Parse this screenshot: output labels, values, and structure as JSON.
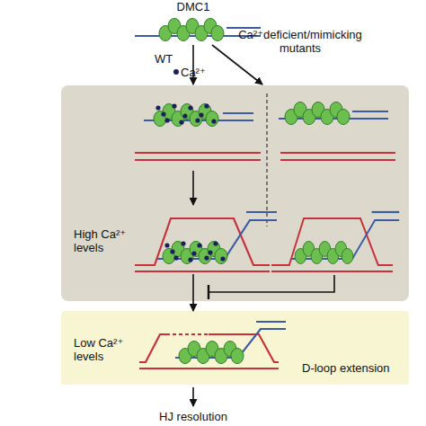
{
  "diagram": {
    "nodes": [
      {
        "text": [
          "High Ca²⁺ levels"
        ]
      },
      {
        "text": [
          "Low Ca²⁺ levels",
          "D-loop extension"
        ]
      }
    ],
    "edges": [
      {
        "from": 0,
        "to": 1,
        "arrow": "to"
      }
    ],
    "labels": [
      "DMC1",
      "WT",
      "Ca²⁺",
      "Ca²⁺deficient/mimicking mutants",
      "HJ resolution"
    ]
  }
}
